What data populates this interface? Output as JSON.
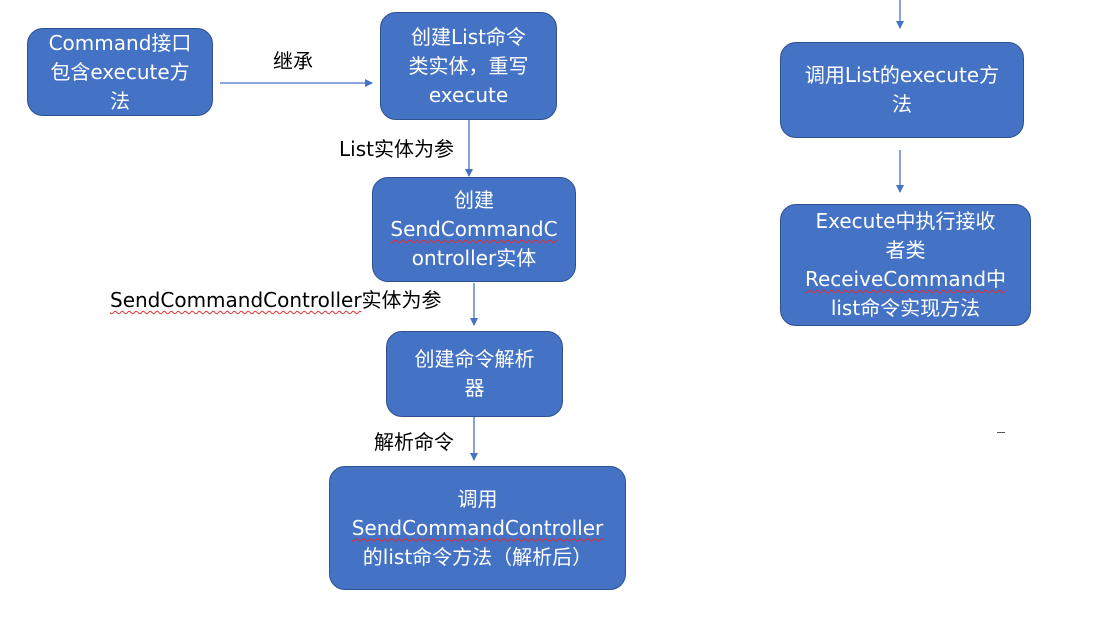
{
  "colors": {
    "box_fill": "#4472C4",
    "box_border": "#2F528F",
    "arrow": "#4472C4",
    "text_on_box": "#FFFFFF",
    "label_text": "#000000"
  },
  "nodes": {
    "command_interface": {
      "lines": [
        "Command接口",
        "包含execute方",
        "法"
      ]
    },
    "create_list_command": {
      "lines": [
        "创建List命令",
        "类实体，重写",
        "execute"
      ]
    },
    "create_send_controller": {
      "lines": [
        "创建",
        "SendCommandC",
        "ontroller实体"
      ]
    },
    "create_parser": {
      "lines": [
        "创建命令解析",
        "器"
      ]
    },
    "call_controller_list": {
      "lines": [
        "调用",
        "SendCommandController",
        "的list命令方法（解析后）"
      ]
    },
    "call_list_execute": {
      "lines": [
        "调用List的execute方",
        "法"
      ]
    },
    "execute_receiver": {
      "lines": [
        "Execute中执行接收",
        "者类",
        "ReceiveCommand中",
        "list命令实现方法"
      ]
    }
  },
  "edges": {
    "inherit": {
      "label": "继承"
    },
    "list_entity_param": {
      "label": "List实体为参"
    },
    "controller_entity_param": {
      "label_part1": "SendCommandController",
      "label_part2": "实体为参"
    },
    "parse_command": {
      "label": "解析命令"
    }
  }
}
